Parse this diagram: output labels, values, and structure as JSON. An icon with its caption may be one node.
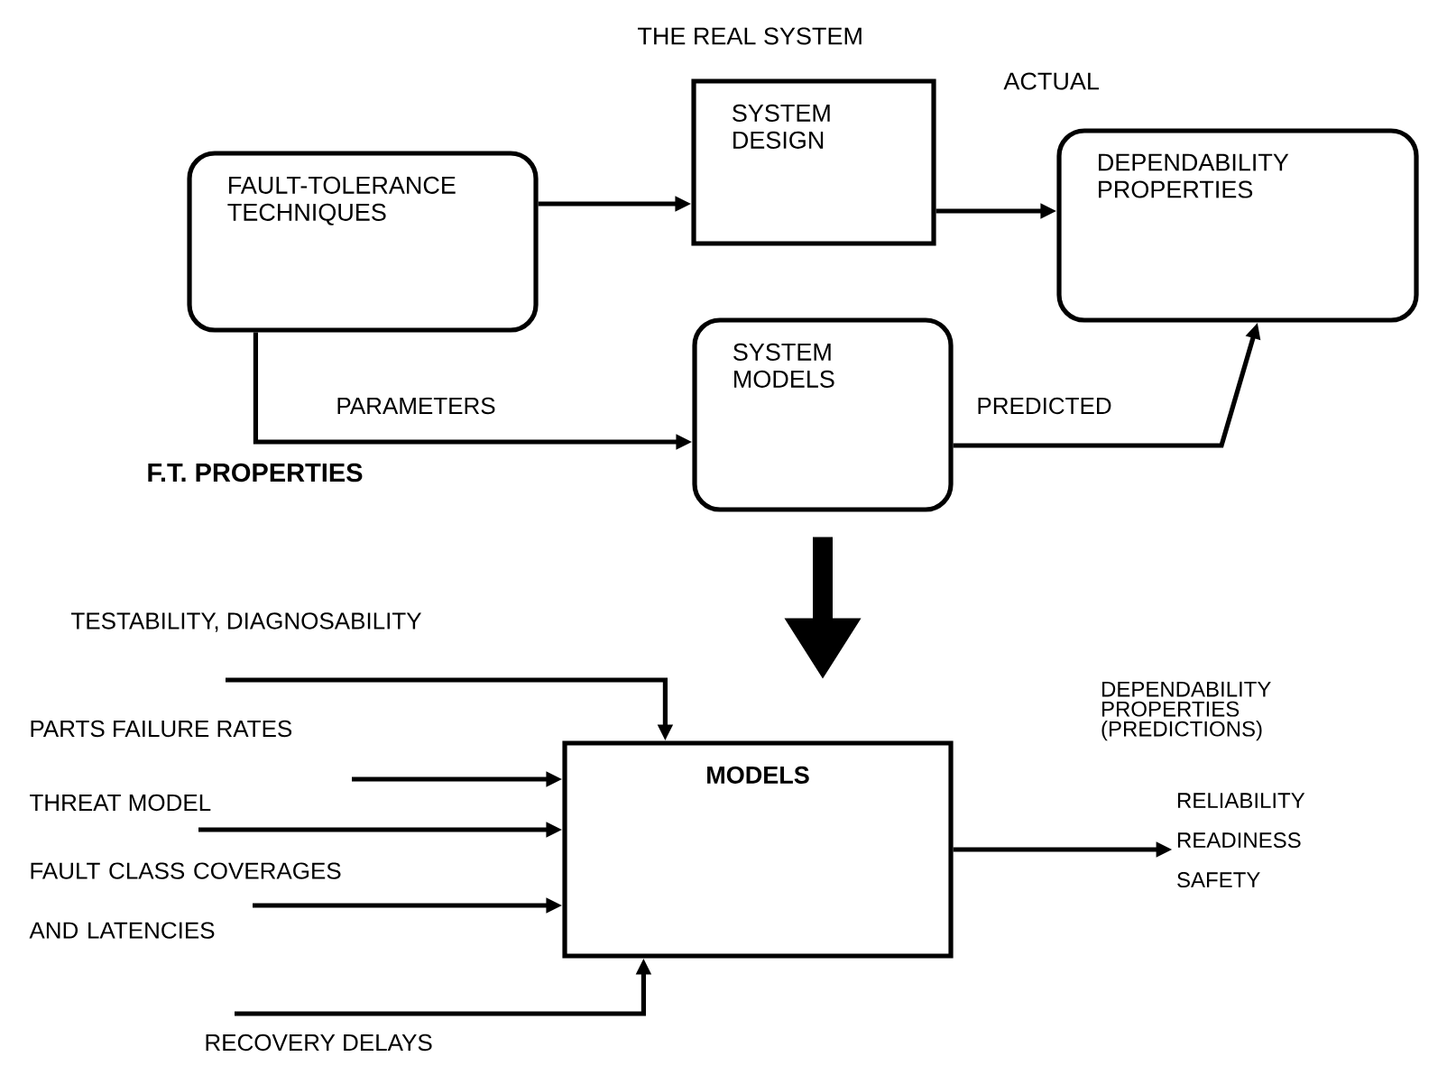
{
  "diagram": {
    "nodes": [
      {
        "text": [
          "FAULT-TOLERANCE TECHNIQUES"
        ]
      },
      {
        "text": [
          "SYSTEM DESIGN"
        ]
      },
      {
        "text": [
          "DEPENDABILITY PROPERTIES"
        ]
      },
      {
        "text": [
          "SYSTEM MODELS"
        ]
      },
      {
        "text": [
          "MODELS"
        ]
      },
      {
        "text": [
          "DEPENDABILITY PROPERTIES (PREDICTIONS)",
          "RELIABILITY READINESS SAFETY"
        ]
      }
    ],
    "edges": [
      {
        "from": 0,
        "to": 1,
        "arrow": "to"
      },
      {
        "from": 1,
        "to": 2,
        "arrow": "to"
      },
      {
        "from": 0,
        "to": 3,
        "arrow": "to",
        "label": "PARAMETERS"
      },
      {
        "from": 3,
        "to": 2,
        "arrow": "to",
        "label": "PREDICTED"
      },
      {
        "from": 3,
        "to": 4,
        "arrow": "to",
        "style": "thick"
      },
      {
        "from": null,
        "to": 4,
        "arrow": "to",
        "label": "TESTABILITY, DIAGNOSABILITY"
      },
      {
        "from": null,
        "to": 4,
        "arrow": "to",
        "label": "PARTS FAILURE RATES"
      },
      {
        "from": null,
        "to": 4,
        "arrow": "to",
        "label": "THREAT MODEL"
      },
      {
        "from": null,
        "to": 4,
        "arrow": "to",
        "label": "FAULT CLASS COVERAGES AND LATENCIES"
      },
      {
        "from": null,
        "to": 4,
        "arrow": "to",
        "label": "RECOVERY DELAYS"
      },
      {
        "from": 4,
        "to": 5,
        "arrow": "to"
      }
    ],
    "labels": [
      "THE REAL SYSTEM",
      "ACTUAL",
      "F.T. PROPERTIES"
    ]
  }
}
